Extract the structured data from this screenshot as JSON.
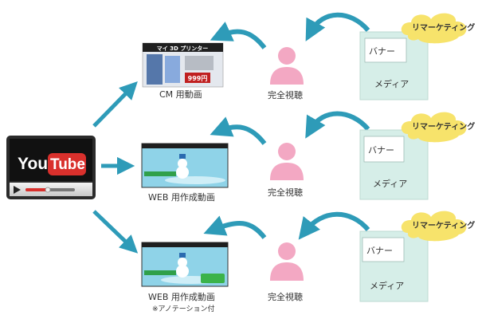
{
  "source": {
    "logo": "YouTube"
  },
  "rows": [
    {
      "video_label": "CM 用動画",
      "thumb_title": "マイ 3D プリンター",
      "thumb_price": "999円",
      "view_label": "完全視聴",
      "banner_label": "バナー",
      "media_label": "メディア",
      "remarketing_label": "リマーケティング"
    },
    {
      "video_label": "WEB 用作成動画",
      "view_label": "完全視聴",
      "banner_label": "バナー",
      "media_label": "メディア",
      "remarketing_label": "リマーケティング"
    },
    {
      "video_label": "WEB 用作成動画",
      "note": "※アノテーション付",
      "view_label": "完全視聴",
      "banner_label": "バナー",
      "media_label": "メディア",
      "remarketing_label": "リマーケティング"
    }
  ],
  "colors": {
    "arrow": "#2e9bb8",
    "person": "#f3a8c3",
    "media_box": "#d6eee8",
    "cloud": "#f7e36b",
    "youtube_red": "#d9302c",
    "video_bg": "#8fd3e8"
  }
}
